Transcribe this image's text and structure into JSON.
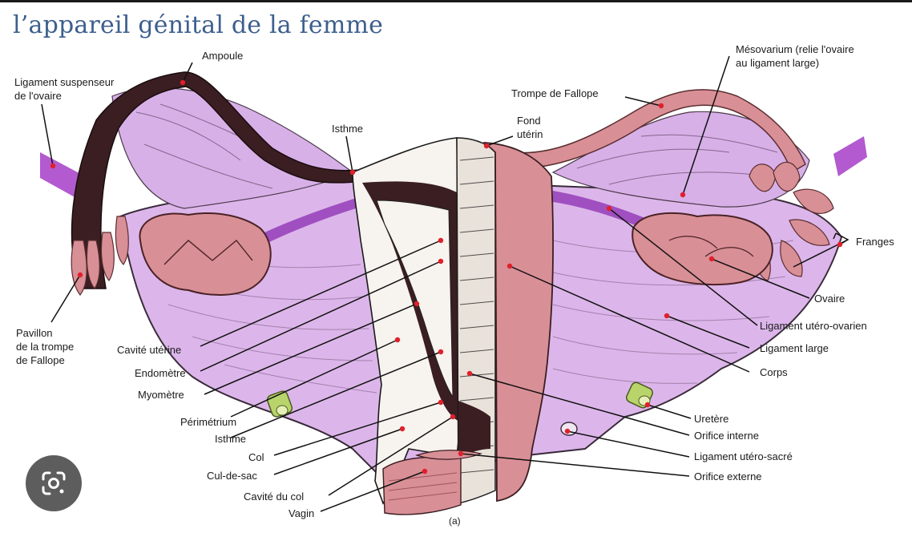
{
  "title": "l’appareil génital de la femme",
  "figure_tag": "(a)",
  "labels": {
    "ampoule": "Ampoule",
    "ligament_suspenseur_1": "Ligament suspenseur",
    "ligament_suspenseur_2": "de l'ovaire",
    "isthme_top": "Isthme",
    "fond_1": "Fond",
    "fond_2": "utérin",
    "trompe": "Trompe de Fallope",
    "mesovarium_1": "Mésovarium (relie l'ovaire",
    "mesovarium_2": "au ligament large)",
    "franges": "Franges",
    "ovaire": "Ovaire",
    "lig_utero_ovarien": "Ligament utéro-ovarien",
    "lig_large": "Ligament large",
    "corps": "Corps",
    "uretere": "Uretère",
    "orifice_interne": "Orifice interne",
    "lig_utero_sacre": "Ligament utéro-sacré",
    "orifice_externe": "Orifice externe",
    "pavillon_1": "Pavillon",
    "pavillon_2": "de la trompe",
    "pavillon_3": "de Fallope",
    "cavite_uterine": "Cavité utérine",
    "endometre": "Endomètre",
    "myometre": "Myomètre",
    "perimetrium": "Périmétrium",
    "isthme_bottom": "Isthme",
    "col": "Col",
    "cul_de_sac": "Cul-de-sac",
    "cavite_col": "Cavité du col",
    "vagin": "Vagin"
  },
  "lens_button": {
    "icon": "google-lens-icon"
  },
  "colors": {
    "title": "#3d5f8e",
    "broad_ligament": "#dcb6ea",
    "uterus_wall": "#d98f96",
    "tube": "#c98088",
    "vessel": "#a04fc0",
    "ureter": "#b8d46a",
    "marker": "#e0202a"
  }
}
